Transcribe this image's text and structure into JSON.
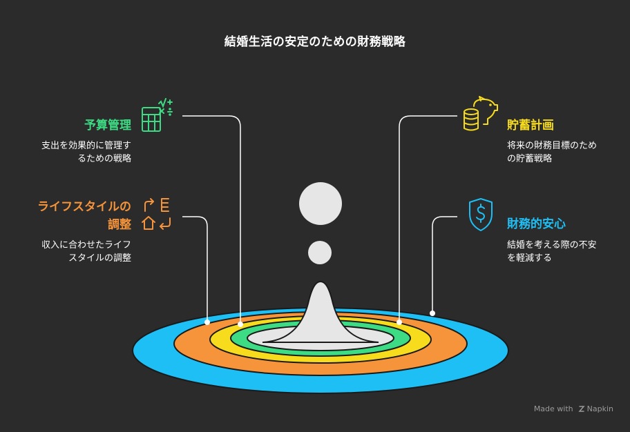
{
  "title": "結婚生活の安定のための財務戦略",
  "colors": {
    "background": "#2b2b2b",
    "green": "#3ddc84",
    "orange": "#f5943a",
    "yellow": "#f7dc1e",
    "blue": "#1ebff5",
    "gray": "#e6e6e6"
  },
  "sections": {
    "budget": {
      "title": "予算管理",
      "desc_line1": "支出を効果的に管理す",
      "desc_line2": "るための戦略",
      "icon": "spreadsheet-calculator-icon"
    },
    "lifestyle": {
      "title_line1": "ライフスタイルの",
      "title_line2": "調整",
      "desc_line1": "収入に合わせたライフ",
      "desc_line2": "スタイルの調整",
      "icon": "house-arrows-icon"
    },
    "savings": {
      "title": "貯蓄計画",
      "desc_line1": "将来の財務目標のため",
      "desc_line2": "の貯蓄戦略",
      "icon": "piggy-bank-coins-icon"
    },
    "security": {
      "title": "財務的安心",
      "desc_line1": "結婚を考える際の不安",
      "desc_line2": "を軽減する",
      "icon": "shield-dollar-icon"
    }
  },
  "footer": {
    "made_with": "Made with",
    "brand": "Napkin"
  }
}
